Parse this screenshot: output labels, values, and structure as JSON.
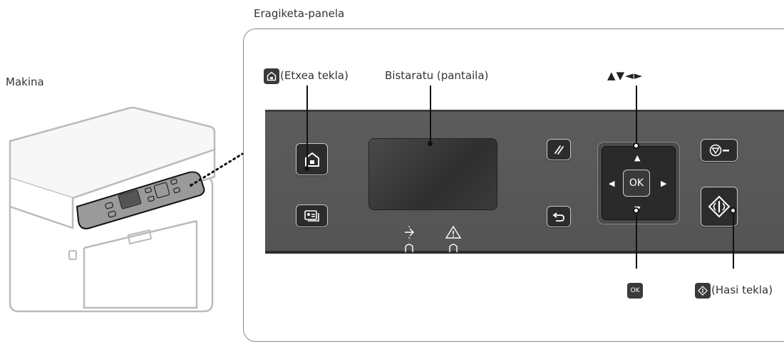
{
  "labels": {
    "operation_panel": "Eragiketa-panela",
    "machine": "Makina",
    "home_key": "(Etxea tekla)",
    "display": "Bistaratu (pantaila)",
    "arrows": "▲▼◄►",
    "start_key": "(Hasi tekla)"
  },
  "keys": {
    "ok": "OK",
    "ok_small": "OK"
  }
}
